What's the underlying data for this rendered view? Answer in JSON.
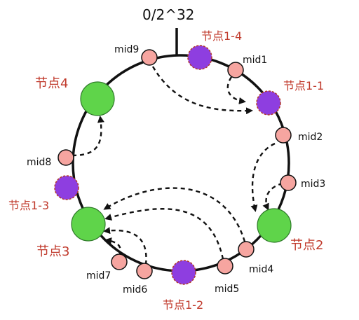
{
  "ring": {
    "origin_label": "0/2^32"
  },
  "physical_nodes": [
    {
      "key": "node2",
      "label": "节点2"
    },
    {
      "key": "node3",
      "label": "节点3"
    },
    {
      "key": "node4",
      "label": "节点4"
    }
  ],
  "virtual_nodes": [
    {
      "key": "v14",
      "label": "节点1-4"
    },
    {
      "key": "v11",
      "label": "节点1-1"
    },
    {
      "key": "v12",
      "label": "节点1-2"
    },
    {
      "key": "v13",
      "label": "节点1-3"
    }
  ],
  "data_keys": [
    {
      "key": "mid1",
      "label": "mid1"
    },
    {
      "key": "mid2",
      "label": "mid2"
    },
    {
      "key": "mid3",
      "label": "mid3"
    },
    {
      "key": "mid4",
      "label": "mid4"
    },
    {
      "key": "mid5",
      "label": "mid5"
    },
    {
      "key": "mid6",
      "label": "mid6"
    },
    {
      "key": "mid7",
      "label": "mid7"
    },
    {
      "key": "mid8",
      "label": "mid8"
    },
    {
      "key": "mid9",
      "label": "mid9"
    }
  ],
  "mappings": [
    {
      "from": "mid9",
      "to": "v11"
    },
    {
      "from": "mid1",
      "to": "v11"
    },
    {
      "from": "mid2",
      "to": "node2"
    },
    {
      "from": "mid3",
      "to": "node2"
    },
    {
      "from": "mid4",
      "to": "node3"
    },
    {
      "from": "mid5",
      "to": "node3"
    },
    {
      "from": "mid6",
      "to": "node3"
    },
    {
      "from": "mid7",
      "to": "node3"
    },
    {
      "from": "mid8",
      "to": "node4"
    }
  ],
  "colors": {
    "physical_node": "#5fd44a",
    "virtual_node": "#8e3ee0",
    "virtual_node_border": "#b23a2a",
    "data_key": "#f6a5a0",
    "label_red": "#c0392b",
    "ring": "#111111"
  }
}
